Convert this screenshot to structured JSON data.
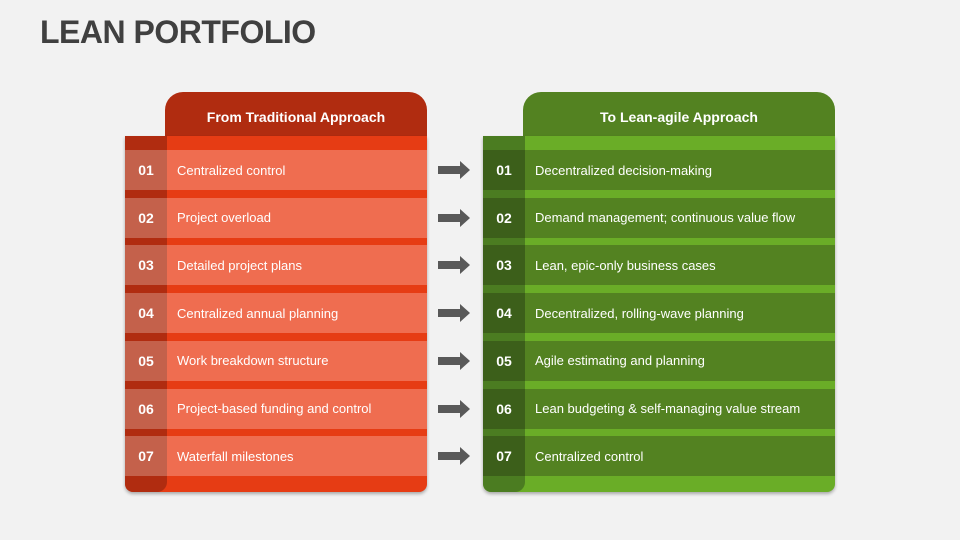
{
  "title": "LEAN PORTFOLIO",
  "colors": {
    "background": "#f2f2f2",
    "title": "#404040",
    "traditional_header": "#b02c10",
    "traditional_row": "#ef6d50",
    "traditional_band": "#e63c14",
    "lean_header": "#538221",
    "lean_row": "#538221",
    "lean_band": "#6aad27",
    "arrow": "#595959"
  },
  "left_panel": {
    "heading": "From Traditional Approach",
    "rows": [
      {
        "num": "01",
        "text": "Centralized control"
      },
      {
        "num": "02",
        "text": "Project overload"
      },
      {
        "num": "03",
        "text": "Detailed project plans"
      },
      {
        "num": "04",
        "text": "Centralized annual planning"
      },
      {
        "num": "05",
        "text": "Work breakdown structure"
      },
      {
        "num": "06",
        "text": "Project-based funding and control"
      },
      {
        "num": "07",
        "text": "Waterfall milestones"
      }
    ]
  },
  "right_panel": {
    "heading": "To Lean-agile Approach",
    "rows": [
      {
        "num": "01",
        "text": "Decentralized decision-making"
      },
      {
        "num": "02",
        "text": "Demand management; continuous value flow"
      },
      {
        "num": "03",
        "text": "Lean, epic-only business cases"
      },
      {
        "num": "04",
        "text": "Decentralized, rolling-wave planning"
      },
      {
        "num": "05",
        "text": "Agile estimating and planning"
      },
      {
        "num": "06",
        "text": "Lean budgeting & self-managing value stream"
      },
      {
        "num": "07",
        "text": "Centralized control"
      }
    ]
  },
  "arrows": [
    {
      "icon": "arrow-right-icon"
    },
    {
      "icon": "arrow-right-icon"
    },
    {
      "icon": "arrow-right-icon"
    },
    {
      "icon": "arrow-right-icon"
    },
    {
      "icon": "arrow-right-icon"
    },
    {
      "icon": "arrow-right-icon"
    },
    {
      "icon": "arrow-right-icon"
    }
  ]
}
